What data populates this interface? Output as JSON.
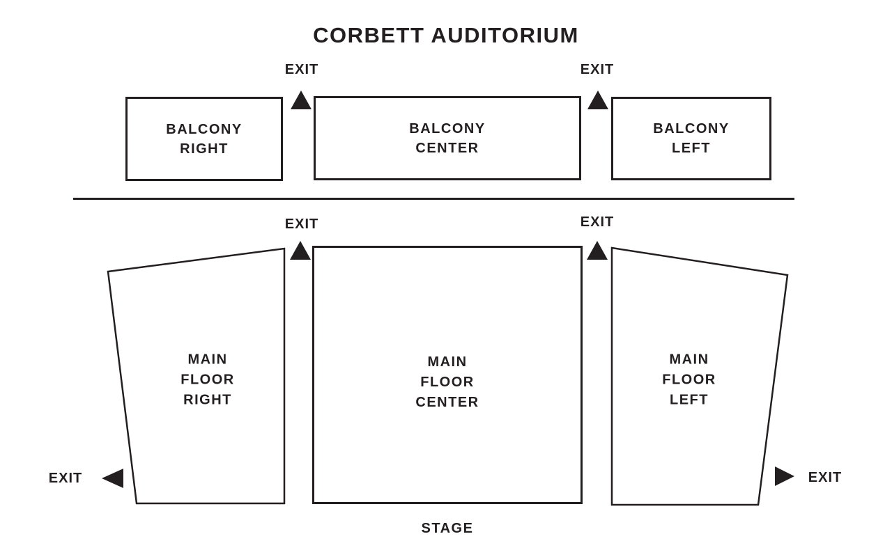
{
  "title": "CORBETT AUDITORIUM",
  "colors": {
    "ink": "#231f20",
    "paper": "#ffffff"
  },
  "sections": {
    "balcony_right": "BALCONY\nRIGHT",
    "balcony_center": "BALCONY\nCENTER",
    "balcony_left": "BALCONY\nLEFT",
    "main_floor_right": "MAIN\nFLOOR\nRIGHT",
    "main_floor_center": "MAIN\nFLOOR\nCENTER",
    "main_floor_left": "MAIN\nFLOOR\nLEFT"
  },
  "exits": {
    "balcony_top_left": "EXIT",
    "balcony_top_right": "EXIT",
    "main_top_left": "EXIT",
    "main_top_right": "EXIT",
    "main_side_left": "EXIT",
    "main_side_right": "EXIT"
  },
  "stage": "STAGE"
}
